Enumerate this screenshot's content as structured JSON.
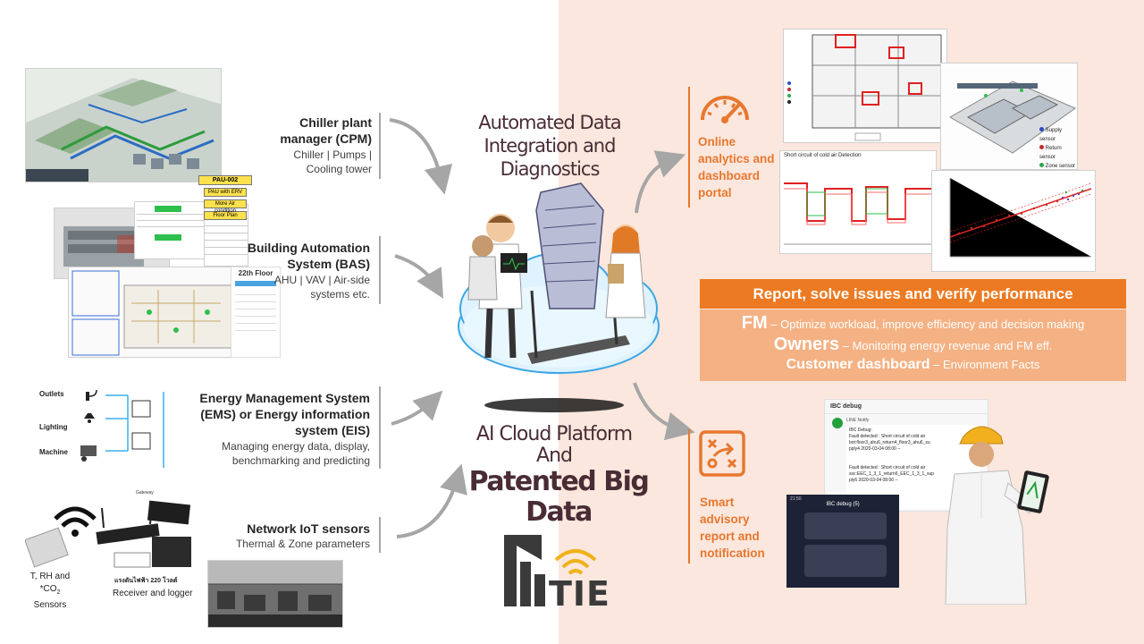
{
  "left_labels": {
    "cpm": {
      "title_1": "Chiller plant",
      "title_2": "manager (CPM)",
      "sub_1": "Chiller | Pumps |",
      "sub_2": "Cooling tower"
    },
    "bas": {
      "title_1": "Building Automation",
      "title_2": "System (BAS)",
      "sub_1": "AHU | VAV | Air-side",
      "sub_2": "systems etc."
    },
    "ems": {
      "title_1": "Energy Management System",
      "title_2": "(EMS) or Energy information",
      "title_3": "system (EIS)",
      "sub_1": "Managing energy data, display,",
      "sub_2": "benchmarking and predicting"
    },
    "iot": {
      "title": "Network IoT sensors",
      "sub": "Thermal & Zone parameters"
    }
  },
  "ems_icons": {
    "outlets": "Outlets",
    "lighting": "Lighting",
    "machine": "Machine"
  },
  "sensors": {
    "line1": "T, RH and",
    "line2": "*CO",
    "line2_sub": "2",
    "line3": "Sensors",
    "logger": "Receiver and logger",
    "gateway": "Gateway",
    "thai": "แรงดันไฟฟ้า 220 โวลต์"
  },
  "bas_thumb": {
    "floor": "22th Floor"
  },
  "cpm_thumb": {
    "tags": [
      "PAU-002",
      "PAU with ERV",
      "More Air condition",
      "Floor Plan"
    ]
  },
  "center": {
    "top_1": "Automated Data",
    "top_2": "Integration and",
    "top_3": "Diagnostics",
    "mid_1": "AI Cloud Platform",
    "mid_2": "And",
    "big_1": "Patented Big",
    "big_2": "Data",
    "logo_text": "TIE"
  },
  "right": {
    "online_1": "Online",
    "online_2": "analytics and",
    "online_3": "dashboard",
    "online_4": "portal",
    "smart_1": "Smart",
    "smart_2": "advisory",
    "smart_3": "report and",
    "smart_4": "notification"
  },
  "report": {
    "bar": "Report, solve issues and verify performance",
    "fm_bold": "FM",
    "fm_text": " – Optimize workload, improve efficiency and decision making",
    "owners_bold": "Owners",
    "owners_text": " – Monitoring energy revenue and FM eff.",
    "cust_bold": "Customer dashboard",
    "cust_text": " – Environment Facts"
  },
  "charts": {
    "detect_title": "Short circuit of cold air Detection",
    "legend": [
      "Supply sensor",
      "Return sensor",
      "Zone sensor"
    ]
  },
  "chat": {
    "title": "IBC debug",
    "notify": "LINE Notify",
    "msg1_a": "IBC Debug:",
    "msg1_b": "Fault detected : Short circuit of cold air",
    "msg1_c": "bot:floor3_ahu6_return4_floor3_ahu6_su",
    "msg1_d": "pply4 2020-03-04 08:00 --",
    "msg2_a": "Fault detected : Short circuit of cold air",
    "msg2_b": "ssc:EEC_1_3_1_return6_EEC_1_3_1_sup",
    "msg2_c": "ply6 2020-03-04 08:00 --",
    "phone_title": "IBC debug (5)",
    "phone_time": "21:50"
  },
  "colors": {
    "orange": "#e8772e",
    "peach": "#fbe7dd",
    "report_box": "#f4b183",
    "title": "#4a2c35",
    "line_green": "#22a03c"
  }
}
